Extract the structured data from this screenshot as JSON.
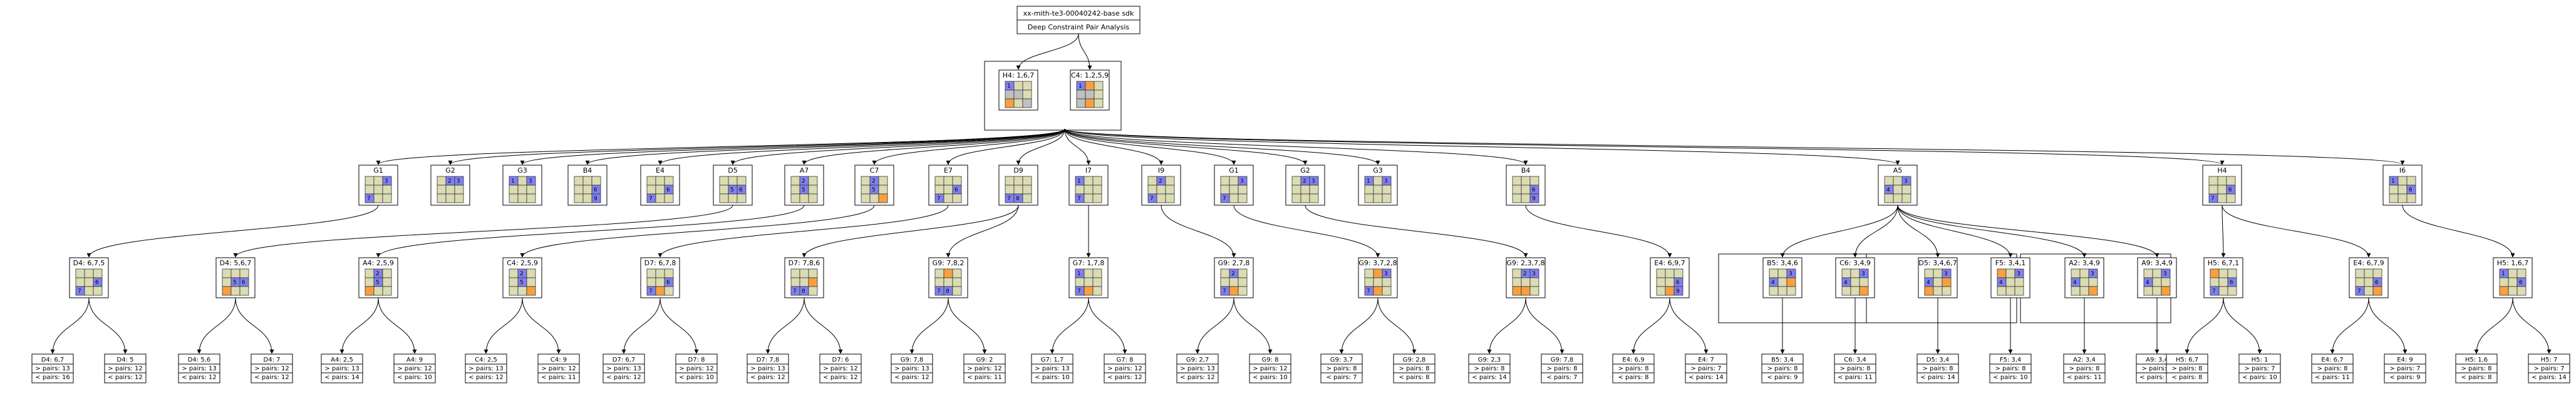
{
  "title_box": {
    "lines": [
      "xx-mith-te3-00040242-base sdk",
      "Deep Constraint Pair Analysis"
    ]
  },
  "colors": {
    "blue": "#8080f0",
    "orange": "#f8a040",
    "gray": "#c0c0c0",
    "tan": "#dcdcb4",
    "box_border": "#000000",
    "cluster_border": "#000000"
  },
  "top_nodes": [
    {
      "id": "TH4",
      "label": "H4: 1,6,7",
      "cells": [
        "b:1",
        "t",
        "t",
        "g",
        "g",
        "t",
        "o",
        "t",
        "g"
      ]
    },
    {
      "id": "TC4",
      "label": "C4: 1,2,5,9",
      "cells": [
        "b:1",
        "o",
        "t",
        "g",
        "g",
        "t",
        "g",
        "o",
        "t"
      ]
    }
  ],
  "level1": [
    {
      "id": "G1a",
      "label": "G1",
      "cells": [
        "t",
        "t",
        "b:3",
        "t",
        "t",
        "t",
        "b:7",
        "t",
        "t"
      ]
    },
    {
      "id": "G2a",
      "label": "G2",
      "cells": [
        "t",
        "b:2",
        "b:3",
        "t",
        "t",
        "t",
        "t",
        "t",
        "t"
      ]
    },
    {
      "id": "G3a",
      "label": "G3",
      "cells": [
        "b:1",
        "t",
        "b:3",
        "t",
        "t",
        "t",
        "t",
        "t",
        "t"
      ]
    },
    {
      "id": "B4a",
      "label": "B4",
      "cells": [
        "t",
        "t",
        "t",
        "t",
        "t",
        "b:6",
        "t",
        "t",
        "b:9"
      ]
    },
    {
      "id": "E4a",
      "label": "E4",
      "cells": [
        "t",
        "t",
        "t",
        "t",
        "t",
        "b:6",
        "b:7",
        "t",
        "t"
      ]
    },
    {
      "id": "D5a",
      "label": "D5",
      "cells": [
        "t",
        "t",
        "t",
        "t",
        "b:5",
        "b:6",
        "t",
        "t",
        "t"
      ]
    },
    {
      "id": "A7a",
      "label": "A7",
      "cells": [
        "t",
        "b:2",
        "t",
        "t",
        "b:5",
        "t",
        "t",
        "t",
        "t"
      ]
    },
    {
      "id": "C7a",
      "label": "C7",
      "cells": [
        "t",
        "b:2",
        "t",
        "t",
        "b:5",
        "t",
        "t",
        "t",
        "o"
      ]
    },
    {
      "id": "E7a",
      "label": "E7",
      "cells": [
        "t",
        "t",
        "t",
        "t",
        "t",
        "b:6",
        "b:7",
        "t",
        "t"
      ]
    },
    {
      "id": "D9a",
      "label": "D9",
      "cells": [
        "t",
        "t",
        "t",
        "t",
        "t",
        "t",
        "b:7",
        "b:8",
        "t"
      ]
    },
    {
      "id": "I7a",
      "label": "I7",
      "cells": [
        "b:1",
        "t",
        "t",
        "t",
        "t",
        "t",
        "b:7",
        "t",
        "t"
      ]
    },
    {
      "id": "I9a",
      "label": "I9",
      "cells": [
        "t",
        "b:2",
        "t",
        "t",
        "t",
        "t",
        "b:7",
        "t",
        "t"
      ]
    },
    {
      "id": "G1b",
      "label": "G1",
      "cells": [
        "t",
        "t",
        "b:3",
        "t",
        "t",
        "t",
        "b:7",
        "t",
        "t"
      ]
    },
    {
      "id": "G2b",
      "label": "G2",
      "cells": [
        "t",
        "b:2",
        "b:3",
        "t",
        "t",
        "t",
        "t",
        "t",
        "t"
      ]
    },
    {
      "id": "G3b",
      "label": "G3",
      "cells": [
        "b:1",
        "t",
        "b:3",
        "t",
        "t",
        "t",
        "t",
        "t",
        "t"
      ]
    },
    {
      "id": "B4b",
      "label": "B4",
      "cells": [
        "t",
        "t",
        "t",
        "t",
        "t",
        "b:6",
        "t",
        "t",
        "b:9"
      ]
    },
    {
      "id": "A5a",
      "label": "A5",
      "cells": [
        "t",
        "t",
        "b:3",
        "b:4",
        "t",
        "t",
        "t",
        "t",
        "t"
      ]
    },
    {
      "id": "H4a",
      "label": "H4",
      "cells": [
        "t",
        "t",
        "t",
        "t",
        "t",
        "b:6",
        "b:7",
        "t",
        "t"
      ]
    },
    {
      "id": "I6a",
      "label": "I6",
      "cells": [
        "b:1",
        "t",
        "t",
        "t",
        "t",
        "b:6",
        "t",
        "t",
        "t"
      ]
    }
  ],
  "level2": [
    {
      "id": "L2a",
      "label": "D4: 6,7,5",
      "parent": "G1a",
      "cells": [
        "t",
        "t",
        "t",
        "t",
        "t",
        "b:6",
        "b:7",
        "t",
        "t"
      ]
    },
    {
      "id": "L2b",
      "label": "D4: 5,6,7",
      "parent": "D5a",
      "cells": [
        "t",
        "t",
        "t",
        "t",
        "b:5",
        "b:6",
        "o",
        "t",
        "t"
      ]
    },
    {
      "id": "L2c",
      "label": "A4: 2,5,9",
      "parent": "A7a",
      "cells": [
        "t",
        "b:2",
        "t",
        "t",
        "b:5",
        "t",
        "o",
        "t",
        "t"
      ]
    },
    {
      "id": "L2d",
      "label": "C4: 2,5,9",
      "parent": "C7a",
      "cells": [
        "t",
        "b:2",
        "t",
        "t",
        "b:5",
        "t",
        "t",
        "t",
        "o"
      ]
    },
    {
      "id": "L2e",
      "label": "D7: 6,7,8",
      "parent": "E7a",
      "cells": [
        "t",
        "t",
        "t",
        "t",
        "t",
        "b:6",
        "b:7",
        "o",
        "t"
      ]
    },
    {
      "id": "L2f",
      "label": "D7: 7,8,6",
      "parent": "D9a",
      "cells": [
        "t",
        "t",
        "t",
        "t",
        "t",
        "o",
        "b:7",
        "b:8",
        "t"
      ]
    },
    {
      "id": "L2g",
      "label": "G9: 7,8,2",
      "parent": "D9a",
      "cells": [
        "t",
        "o",
        "t",
        "t",
        "t",
        "t",
        "b:7",
        "b:8",
        "t"
      ]
    },
    {
      "id": "L2h",
      "label": "G7: 1,7,8",
      "parent": "I7a",
      "cells": [
        "b:1",
        "t",
        "t",
        "t",
        "t",
        "t",
        "b:7",
        "o",
        "t"
      ]
    },
    {
      "id": "L2i",
      "label": "G9: 2,7,8",
      "parent": "I9a",
      "cells": [
        "t",
        "b:2",
        "t",
        "t",
        "t",
        "t",
        "b:7",
        "o",
        "t"
      ]
    },
    {
      "id": "L2j",
      "label": "G9: 3,7,2,8",
      "parent": "G1b",
      "cells": [
        "t",
        "o",
        "b:3",
        "t",
        "t",
        "t",
        "b:7",
        "o",
        "t"
      ]
    },
    {
      "id": "L2k",
      "label": "G9: 2,3,7,8",
      "parent": "G2b",
      "cells": [
        "t",
        "b:2",
        "b:3",
        "t",
        "t",
        "t",
        "o",
        "o",
        "t"
      ]
    },
    {
      "id": "L2l",
      "label": "E4: 6,9,7",
      "parent": "B4b",
      "cells": [
        "t",
        "t",
        "t",
        "t",
        "t",
        "b:6",
        "t",
        "o",
        "b:9"
      ]
    },
    {
      "id": "L2m",
      "label": "B5: 3,4,6",
      "parent": "A5a",
      "cells": [
        "t",
        "t",
        "b:3",
        "b:4",
        "t",
        "o",
        "t",
        "t",
        "t"
      ]
    },
    {
      "id": "L2n",
      "label": "C6: 3,4,9",
      "parent": "A5a",
      "cells": [
        "t",
        "t",
        "b:3",
        "b:4",
        "t",
        "t",
        "t",
        "t",
        "o"
      ]
    },
    {
      "id": "L2o",
      "label": "D5: 3,4,6,7",
      "parent": "A5a",
      "cells": [
        "t",
        "t",
        "b:3",
        "b:4",
        "t",
        "o",
        "o",
        "t",
        "t"
      ]
    },
    {
      "id": "L2p",
      "label": "F5: 3,4,1",
      "parent": "A5a",
      "cells": [
        "o",
        "t",
        "b:3",
        "b:4",
        "t",
        "t",
        "t",
        "t",
        "t"
      ]
    },
    {
      "id": "L2q",
      "label": "A2: 3,4,9",
      "parent": "A5a",
      "cells": [
        "t",
        "t",
        "b:3",
        "b:4",
        "t",
        "t",
        "t",
        "t",
        "o"
      ]
    },
    {
      "id": "L2r",
      "label": "A9: 3,4,9",
      "parent": "A5a",
      "cells": [
        "t",
        "t",
        "b:3",
        "b:4",
        "t",
        "t",
        "t",
        "t",
        "o"
      ]
    },
    {
      "id": "L2s",
      "label": "H5: 6,7,1",
      "parent": "H4a",
      "cells": [
        "o",
        "t",
        "t",
        "t",
        "t",
        "b:6",
        "b:7",
        "t",
        "t"
      ]
    },
    {
      "id": "L2t",
      "label": "E4: 6,7,9",
      "parent": "H4a",
      "cells": [
        "t",
        "t",
        "t",
        "t",
        "t",
        "b:6",
        "b:7",
        "t",
        "o"
      ]
    },
    {
      "id": "L2u",
      "label": "H5: 1,6,7",
      "parent": "I6a",
      "cells": [
        "b:1",
        "t",
        "t",
        "t",
        "t",
        "b:6",
        "o",
        "t",
        "t"
      ]
    }
  ],
  "leaves": [
    {
      "id": "F1",
      "parent": "L2a",
      "lines": [
        "D4: 6,7",
        "> pairs: 13",
        "< pairs: 16"
      ]
    },
    {
      "id": "F2",
      "parent": "L2a",
      "lines": [
        "D4: 5",
        "> pairs: 12",
        "< pairs: 12"
      ]
    },
    {
      "id": "F3",
      "parent": "L2b",
      "lines": [
        "D4: 5,6",
        "> pairs: 13",
        "< pairs: 12"
      ]
    },
    {
      "id": "F4",
      "parent": "L2b",
      "lines": [
        "D4: 7",
        "> pairs: 12",
        "< pairs: 12"
      ]
    },
    {
      "id": "F5",
      "parent": "L2c",
      "lines": [
        "A4: 2,5",
        "> pairs: 13",
        "< pairs: 14"
      ]
    },
    {
      "id": "F6",
      "parent": "L2c",
      "lines": [
        "A4: 9",
        "> pairs: 12",
        "< pairs: 10"
      ]
    },
    {
      "id": "F7",
      "parent": "L2d",
      "lines": [
        "C4: 2,5",
        "> pairs: 13",
        "< pairs: 12"
      ]
    },
    {
      "id": "F8",
      "parent": "L2d",
      "lines": [
        "C4: 9",
        "> pairs: 12",
        "< pairs: 11"
      ]
    },
    {
      "id": "F9",
      "parent": "L2e",
      "lines": [
        "D7: 6,7",
        "> pairs: 13",
        "< pairs: 12"
      ]
    },
    {
      "id": "F10",
      "parent": "L2e",
      "lines": [
        "D7: 8",
        "> pairs: 12",
        "< pairs: 10"
      ]
    },
    {
      "id": "F11",
      "parent": "L2f",
      "lines": [
        "D7: 7,8",
        "> pairs: 13",
        "< pairs: 12"
      ]
    },
    {
      "id": "F12",
      "parent": "L2f",
      "lines": [
        "D7: 6",
        "> pairs: 12",
        "< pairs: 12"
      ]
    },
    {
      "id": "F13",
      "parent": "L2g",
      "lines": [
        "G9: 7,8",
        "> pairs: 13",
        "< pairs: 12"
      ]
    },
    {
      "id": "F14",
      "parent": "L2g",
      "lines": [
        "G9: 2",
        "> pairs: 12",
        "< pairs: 11"
      ]
    },
    {
      "id": "F15",
      "parent": "L2h",
      "lines": [
        "G7: 1,7",
        "> pairs: 13",
        "< pairs: 10"
      ]
    },
    {
      "id": "F16",
      "parent": "L2h",
      "lines": [
        "G7: 8",
        "> pairs: 12",
        "< pairs: 12"
      ]
    },
    {
      "id": "F17",
      "parent": "L2i",
      "lines": [
        "G9: 2,7",
        "> pairs: 13",
        "< pairs: 12"
      ]
    },
    {
      "id": "F18",
      "parent": "L2i",
      "lines": [
        "G9: 8",
        "> pairs: 12",
        "< pairs: 10"
      ]
    },
    {
      "id": "F19",
      "parent": "L2j",
      "lines": [
        "G9: 3,7",
        "> pairs: 8",
        "< pairs: 7"
      ]
    },
    {
      "id": "F20",
      "parent": "L2j",
      "lines": [
        "G9: 2,8",
        "> pairs: 8",
        "< pairs: 8"
      ]
    },
    {
      "id": "F21",
      "parent": "L2k",
      "lines": [
        "G9: 2,3",
        "> pairs: 8",
        "< pairs: 14"
      ]
    },
    {
      "id": "F22",
      "parent": "L2k",
      "lines": [
        "G9: 7,8",
        "> pairs: 8",
        "< pairs: 7"
      ]
    },
    {
      "id": "F23",
      "parent": "L2l",
      "lines": [
        "E4: 6,9",
        "> pairs: 8",
        "< pairs: 8"
      ]
    },
    {
      "id": "F24",
      "parent": "L2l",
      "lines": [
        "E4: 7",
        "> pairs: 7",
        "< pairs: 14"
      ]
    },
    {
      "id": "F25",
      "parent": "L2m",
      "lines": [
        "B5: 3,4",
        "> pairs: 8",
        "< pairs: 9"
      ]
    },
    {
      "id": "F26",
      "parent": "L2n",
      "lines": [
        "C6: 3,4",
        "> pairs: 8",
        "< pairs: 11"
      ]
    },
    {
      "id": "F27",
      "parent": "L2o",
      "lines": [
        "D5: 3,4",
        "> pairs: 8",
        "< pairs: 14"
      ]
    },
    {
      "id": "F28",
      "parent": "L2p",
      "lines": [
        "F5: 3,4",
        "> pairs: 8",
        "< pairs: 10"
      ]
    },
    {
      "id": "F29",
      "parent": "L2q",
      "lines": [
        "A2: 3,4",
        "> pairs: 8",
        "< pairs: 11"
      ]
    },
    {
      "id": "F30",
      "parent": "L2r",
      "lines": [
        "A9: 3,4",
        "> pairs: 8",
        "< pairs: 11"
      ]
    },
    {
      "id": "F31",
      "parent": "L2s",
      "lines": [
        "H5: 6,7",
        "> pairs: 8",
        "< pairs: 8"
      ]
    },
    {
      "id": "F32",
      "parent": "L2s",
      "lines": [
        "H5: 1",
        "> pairs: 7",
        "< pairs: 10"
      ]
    },
    {
      "id": "F33",
      "parent": "L2t",
      "lines": [
        "E4: 6,7",
        "> pairs: 8",
        "< pairs: 11"
      ]
    },
    {
      "id": "F34",
      "parent": "L2t",
      "lines": [
        "E4: 9",
        "> pairs: 7",
        "< pairs: 9"
      ]
    },
    {
      "id": "F35",
      "parent": "L2u",
      "lines": [
        "H5: 1,6",
        "> pairs: 8",
        "< pairs: 8"
      ]
    },
    {
      "id": "F36",
      "parent": "L2u",
      "lines": [
        "H5: 7",
        "> pairs: 7",
        "< pairs: 14"
      ]
    }
  ]
}
